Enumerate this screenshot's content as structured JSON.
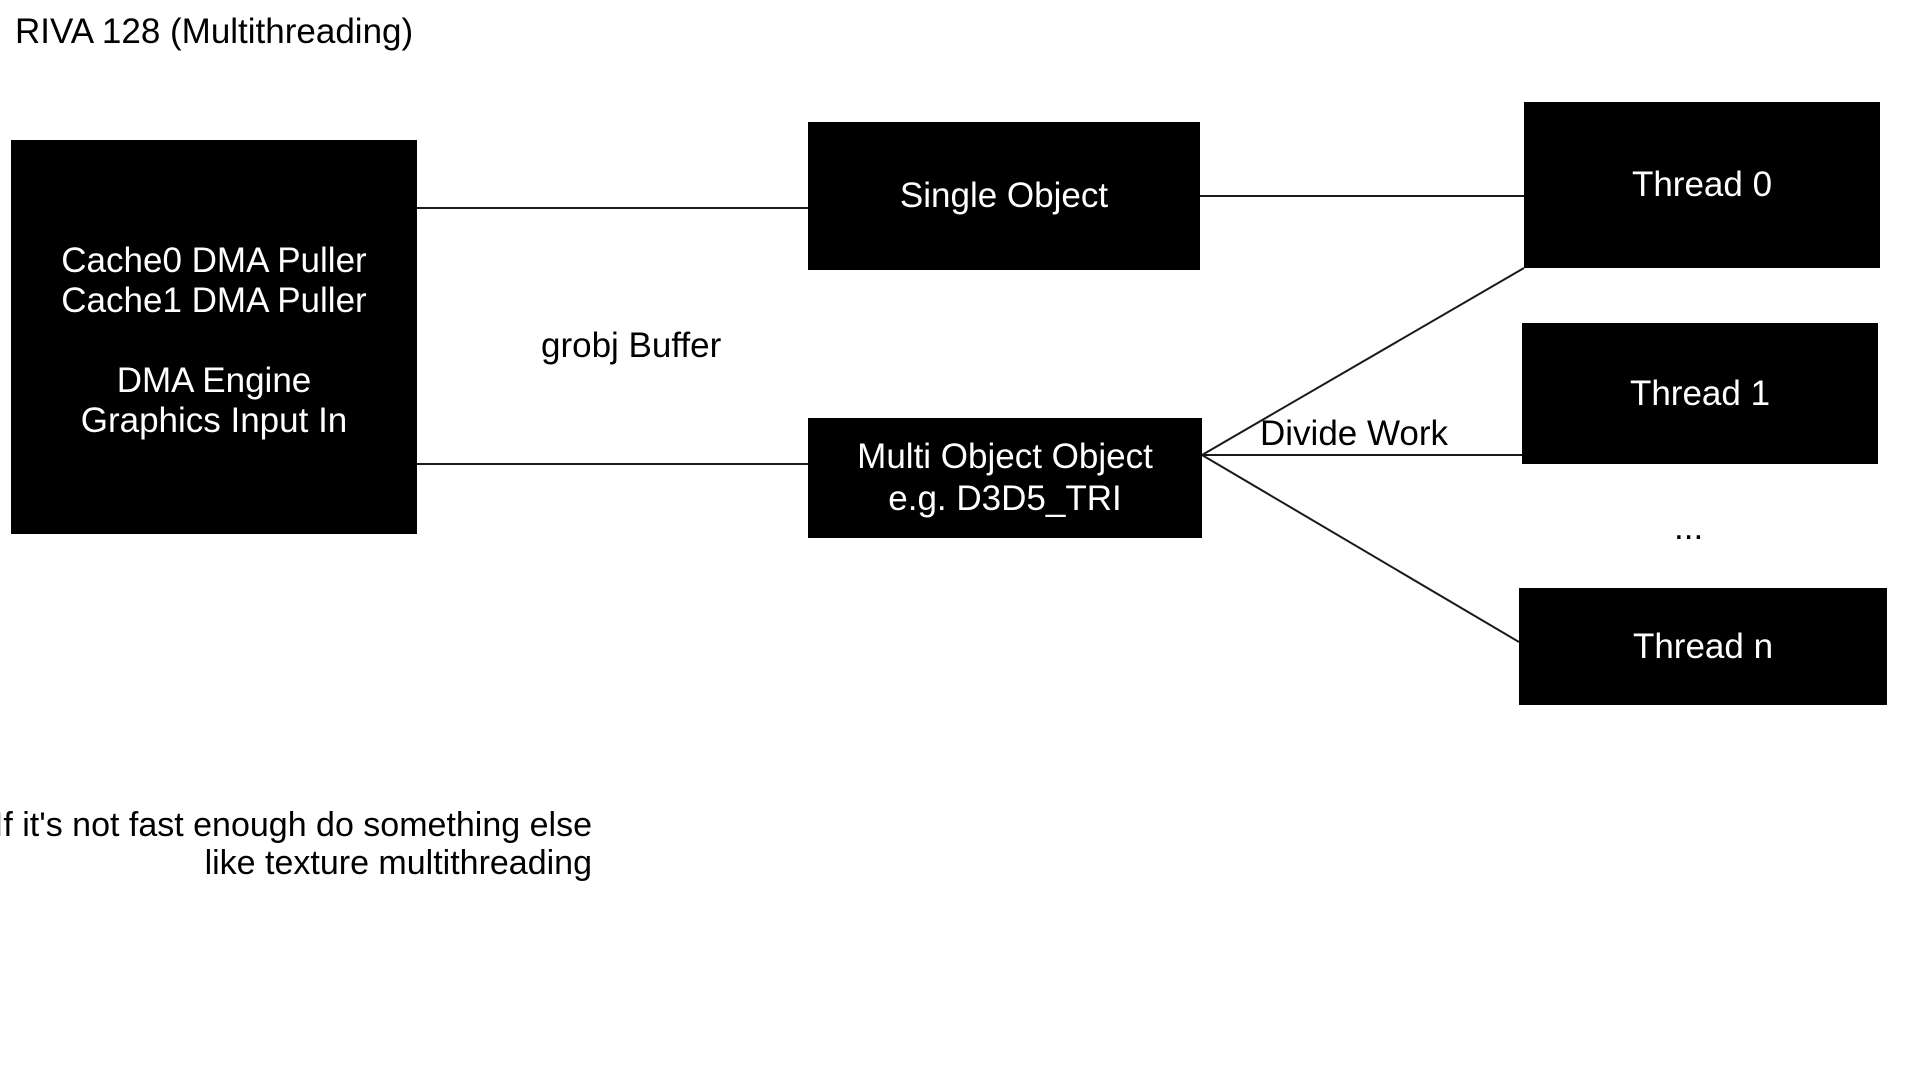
{
  "title": "RIVA 128 (Multithreading)",
  "diagram": {
    "left_box": {
      "lines": [
        "Cache0 DMA Puller",
        "Cache1 DMA Puller",
        "",
        "DMA Engine",
        "Graphics Input In"
      ]
    },
    "single_object_box": {
      "label": "Single Object"
    },
    "multi_object_box": {
      "lines": [
        "Multi Object Object",
        "e.g. D3D5_TRI"
      ]
    },
    "thread_boxes": [
      {
        "label": "Thread 0"
      },
      {
        "label": "Thread 1"
      },
      {
        "label": "Thread n"
      }
    ],
    "ellipsis": "...",
    "edge_labels": {
      "grobj_buffer": "grobj Buffer",
      "divide_work": "Divide Work"
    }
  },
  "note": {
    "line1": "If it's not fast enough do something else",
    "line2": "like texture multithreading"
  },
  "colors": {
    "background": "#ffffff",
    "box_fill": "#000000",
    "box_text": "#ffffff",
    "line": "#1a1a1a",
    "text": "#000000"
  }
}
